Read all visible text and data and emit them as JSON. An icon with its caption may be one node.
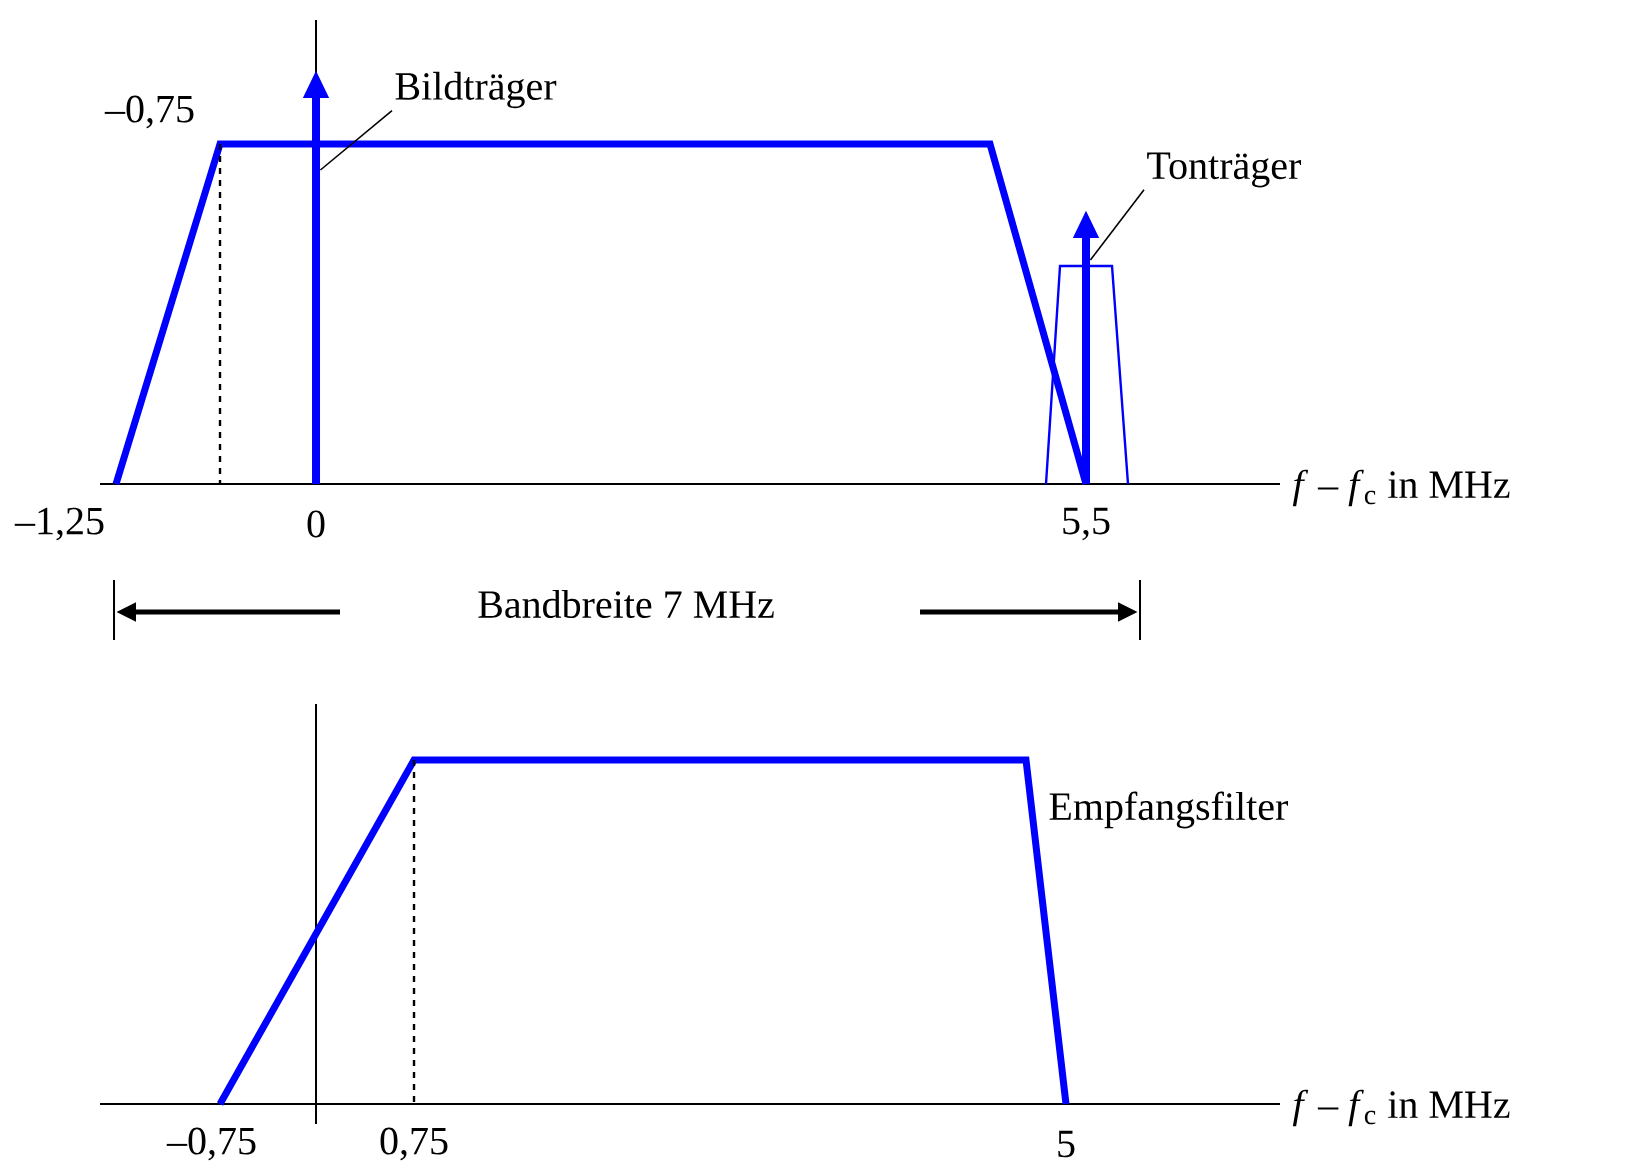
{
  "diagram": {
    "nodes": [
      {
        "text": [
          "Bildträger"
        ]
      },
      {
        "text": [],
        "shape": "arrow"
      },
      {
        "text": [
          "Tonträger"
        ]
      },
      {
        "text": [],
        "shape": "arrow"
      }
    ],
    "edges": [
      {
        "from": 0,
        "to": 1,
        "arrow": "none"
      },
      {
        "from": 2,
        "to": 3,
        "arrow": "none"
      }
    ],
    "labels": [
      "–0,75",
      "–1,25",
      "0",
      "5,5",
      "*f* – *f*$_{c}$ in MHz",
      "Bandbreite 7 MHz",
      "Empfangsfilter",
      "–0,75",
      "0,75",
      "5",
      "*f* – *f*$_{c}$ in MHz"
    ]
  }
}
